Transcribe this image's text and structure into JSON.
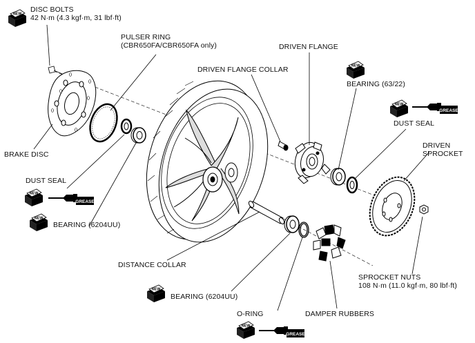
{
  "labels": {
    "disc_bolts": {
      "name": "DISC BOLTS",
      "spec": "42 N·m (4.3 kgf·m, 31 lbf·ft)"
    },
    "pulser_ring": {
      "name": "PULSER RING",
      "note": "(CBR650FA/CBR650FA only)"
    },
    "driven_flange": "DRIVEN FLANGE",
    "driven_flange_collar": "DRIVEN FLANGE COLLAR",
    "bearing_63_22": "BEARING (63/22)",
    "dust_seal_right": "DUST SEAL",
    "driven_sprocket": [
      "DRIVEN",
      "SPROCKET"
    ],
    "brake_disc": "BRAKE DISC",
    "dust_seal_left": "DUST SEAL",
    "bearing_6204uu_left": "BEARING (6204UU)",
    "distance_collar": "DISTANCE COLLAR",
    "sprocket_nuts": {
      "name": "SPROCKET NUTS",
      "spec": "108 N·m (11.0 kgf·m, 80 lbf·ft)"
    },
    "bearing_6204uu_bottom": "BEARING (6204UU)",
    "o_ring": "O-RING",
    "damper_rubbers": "DAMPER RUBBERS"
  },
  "symbols": {
    "new_text": "NEW",
    "grease_text": "GREASE"
  }
}
